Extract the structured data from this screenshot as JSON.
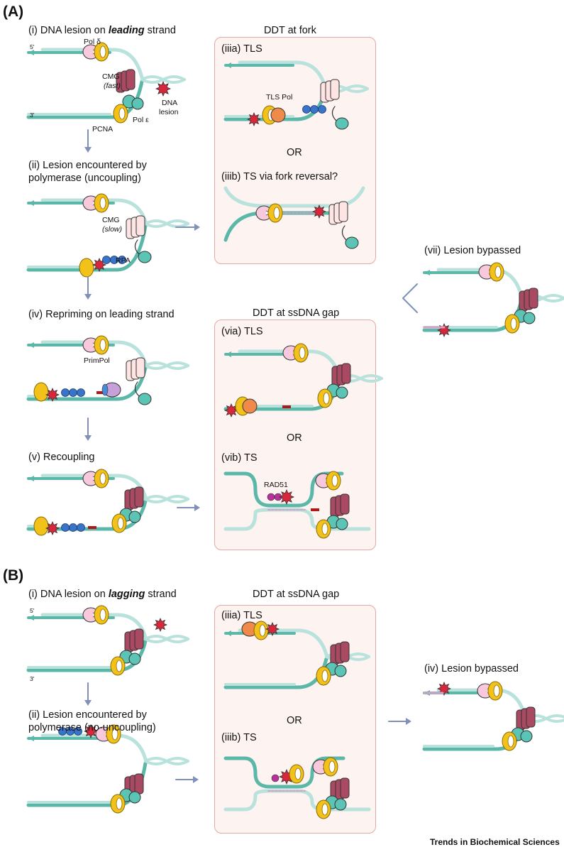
{
  "panelA": {
    "letter": "(A)",
    "step_i_pre": "(i) DNA lesion on ",
    "step_i_em": "leading",
    "step_i_post": " strand",
    "label_5prime": "5'",
    "label_3prime": "3'",
    "label_pol_delta": "Pol δ",
    "label_cmg": "CMG",
    "label_fast": "(fast)",
    "label_pcna": "PCNA",
    "label_pol_eps": "Pol ε",
    "label_dna": "DNA",
    "label_lesion": "lesion",
    "step_ii_line1": "(ii) Lesion encountered by",
    "step_ii_line2": "polymerase (uncoupling)",
    "label_cmg2": "CMG",
    "label_slow": "(slow)",
    "label_rpa": "RPA",
    "step_iv": "(iv) Repriming on leading strand",
    "label_primpol": "PrimPol",
    "step_v": "(v) Recoupling",
    "ddt_fork": "DDT at fork",
    "step_iiia": "(iiia) TLS",
    "label_tls_pol": "TLS Pol",
    "or1": "OR",
    "step_iiib": "(iiib) TS via fork reversal?",
    "ddt_gap": "DDT at ssDNA gap",
    "step_via": "(via) TLS",
    "or2": "OR",
    "step_vib": "(vib) TS",
    "label_rad51": "RAD51",
    "step_vii": "(vii) Lesion bypassed"
  },
  "panelB": {
    "letter": "(B)",
    "step_i_pre": "(i) DNA lesion on ",
    "step_i_em": "lagging",
    "step_i_post": " strand",
    "label_5prime": "5'",
    "label_3prime": "3'",
    "step_ii_line1": "(ii) Lesion encountered by",
    "step_ii_line2": "polymerase (no-uncoupling)",
    "ddt_gap": "DDT at ssDNA gap",
    "step_iiia": "(iiia) TLS",
    "or": "OR",
    "step_iiib": "(iiib) TS",
    "step_iv": "(iv) Lesion bypassed"
  },
  "footer": "Trends in Biochemical Sciences",
  "colors": {
    "strand_dark": "#5bb8a8",
    "strand_light": "#b9e2dc",
    "pcna": "#f2c21a",
    "pol_delta": "#f8c8dc",
    "cmg_dark": "#a94a62",
    "cmg_light": "#ffe4e4",
    "pol_eps": "#5cc4b4",
    "lesion": "#d8263a",
    "rpa": "#3a74c8",
    "tls_pol": "#ef8a4a",
    "primpol": "#c8a0d8",
    "rad51": "#b8309a",
    "arrow": "#8090b8",
    "box_fill": "#fdf3f1",
    "box_border": "#e3aaa6"
  }
}
